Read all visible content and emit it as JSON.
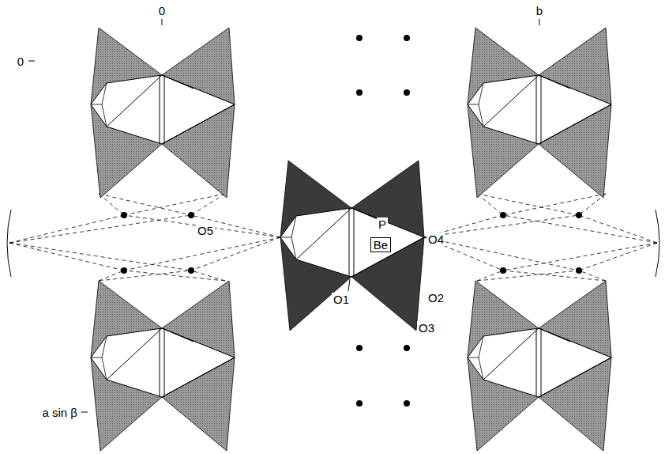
{
  "diagram": {
    "labels": [
      "0",
      "b",
      "0",
      "a sin β",
      "O5",
      "P",
      "O4",
      "Be",
      "O1",
      "O2",
      "O3"
    ]
  }
}
